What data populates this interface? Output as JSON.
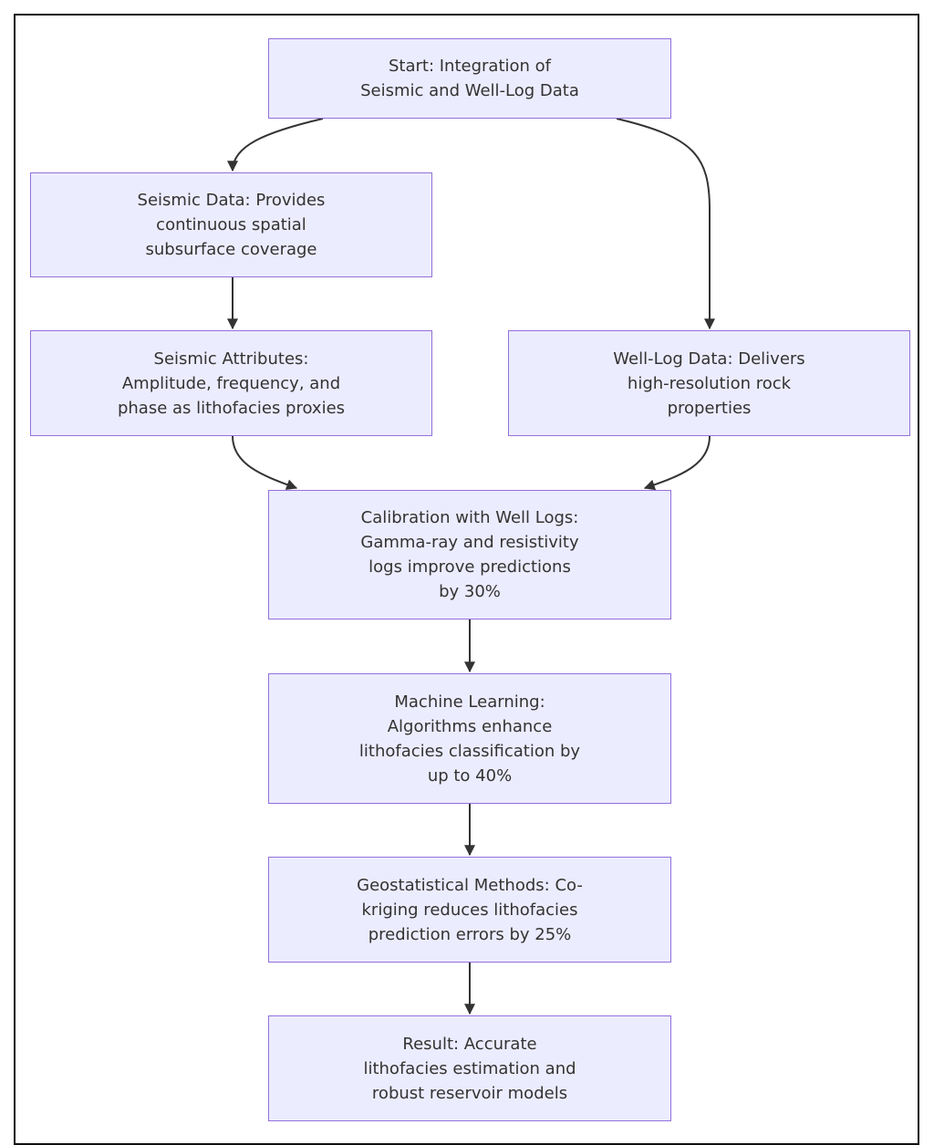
{
  "nodes": {
    "start": {
      "lines": [
        "Start: Integration of",
        "Seismic and Well-Log Data"
      ]
    },
    "seismic": {
      "lines": [
        "Seismic Data: Provides",
        "continuous spatial",
        "subsurface coverage"
      ]
    },
    "attributes": {
      "lines": [
        "Seismic Attributes:",
        "Amplitude, frequency, and",
        "phase as lithofacies proxies"
      ]
    },
    "well_log": {
      "lines": [
        "Well-Log Data: Delivers",
        "high-resolution rock",
        "properties"
      ]
    },
    "calibration": {
      "lines": [
        "Calibration with Well Logs:",
        "Gamma-ray and resistivity",
        "logs improve predictions",
        "by 30%"
      ]
    },
    "machine_learning": {
      "lines": [
        "Machine Learning:",
        "Algorithms enhance",
        "lithofacies classification by",
        "up to 40%"
      ]
    },
    "geostatistics": {
      "lines": [
        "Geostatistical Methods: Co-",
        "kriging reduces lithofacies",
        "prediction errors by 25%"
      ]
    },
    "result": {
      "lines": [
        "Result: Accurate",
        "lithofacies estimation and",
        "robust reservoir models"
      ]
    }
  },
  "edges": [
    [
      "start",
      "seismic"
    ],
    [
      "start",
      "well_log"
    ],
    [
      "seismic",
      "attributes"
    ],
    [
      "attributes",
      "calibration"
    ],
    [
      "well_log",
      "calibration"
    ],
    [
      "calibration",
      "machine_learning"
    ],
    [
      "machine_learning",
      "geostatistics"
    ],
    [
      "geostatistics",
      "result"
    ]
  ],
  "colors": {
    "node_fill": "#ececff",
    "node_border": "#9370db",
    "edge": "#333333",
    "text": "#333333"
  }
}
